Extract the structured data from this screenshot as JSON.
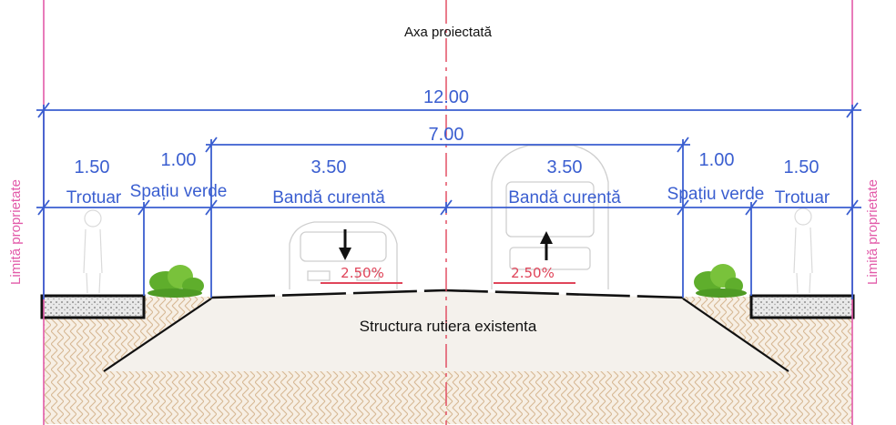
{
  "axis_label": "Axa proiectată",
  "property_limit": {
    "left": "Limită proprietate",
    "right": "Limită proprietate"
  },
  "dimensions": {
    "total": "12.00",
    "carriageway": "7.00",
    "sections": [
      {
        "width": "1.50",
        "name": "Trotuar"
      },
      {
        "width": "1.00",
        "name": "Spațiu verde"
      },
      {
        "width": "3.50",
        "name": "Bandă curentă"
      },
      {
        "width": "3.50",
        "name": "Bandă curentă"
      },
      {
        "width": "1.00",
        "name": "Spațiu verde"
      },
      {
        "width": "1.50",
        "name": "Trotuar"
      }
    ]
  },
  "slopes": {
    "left": "2.50%",
    "right": "2.50%"
  },
  "structure_label": "Structura rutiera existenta",
  "colors": {
    "dimension": "#3a5ed0",
    "axis": "#e0455a",
    "property_limit": "#e25aa9",
    "slope": "#e0455a",
    "soil_hatch": "#d6b894",
    "green": "#6ab82f"
  }
}
